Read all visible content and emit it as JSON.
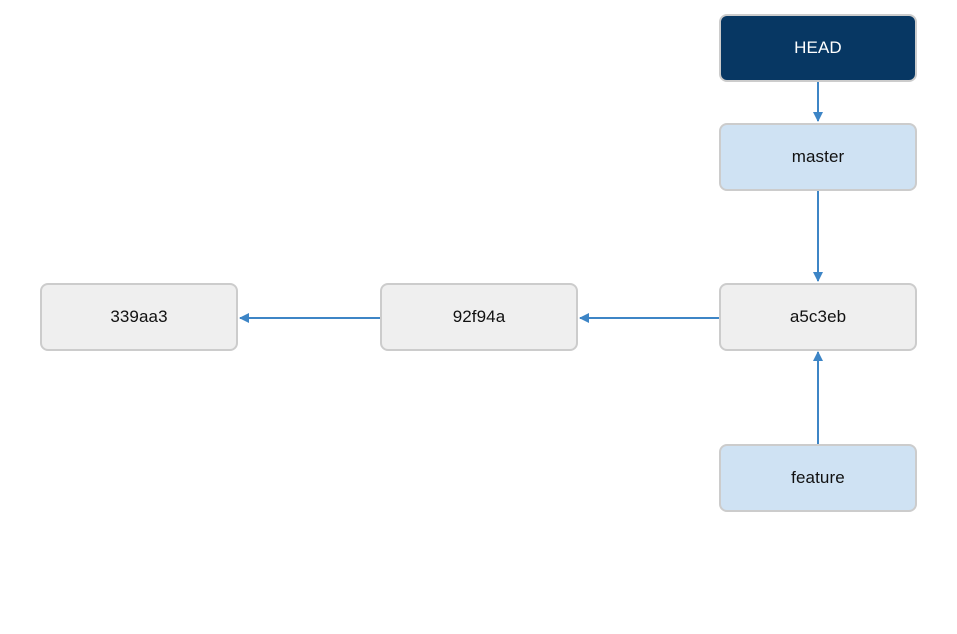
{
  "colors": {
    "arrow": "#3d85c6",
    "head_fill": "#073763",
    "branch_fill": "#cfe2f3",
    "commit_fill": "#efefef",
    "node_border": "#cccccc"
  },
  "refs": {
    "head": "HEAD",
    "master": "master",
    "feature": "feature"
  },
  "commits": {
    "latest": "a5c3eb",
    "parent": "92f94a",
    "root": "339aa3"
  },
  "edges": [
    {
      "from": "HEAD",
      "to": "master"
    },
    {
      "from": "master",
      "to": "a5c3eb"
    },
    {
      "from": "feature",
      "to": "a5c3eb"
    },
    {
      "from": "a5c3eb",
      "to": "92f94a"
    },
    {
      "from": "92f94a",
      "to": "339aa3"
    }
  ]
}
